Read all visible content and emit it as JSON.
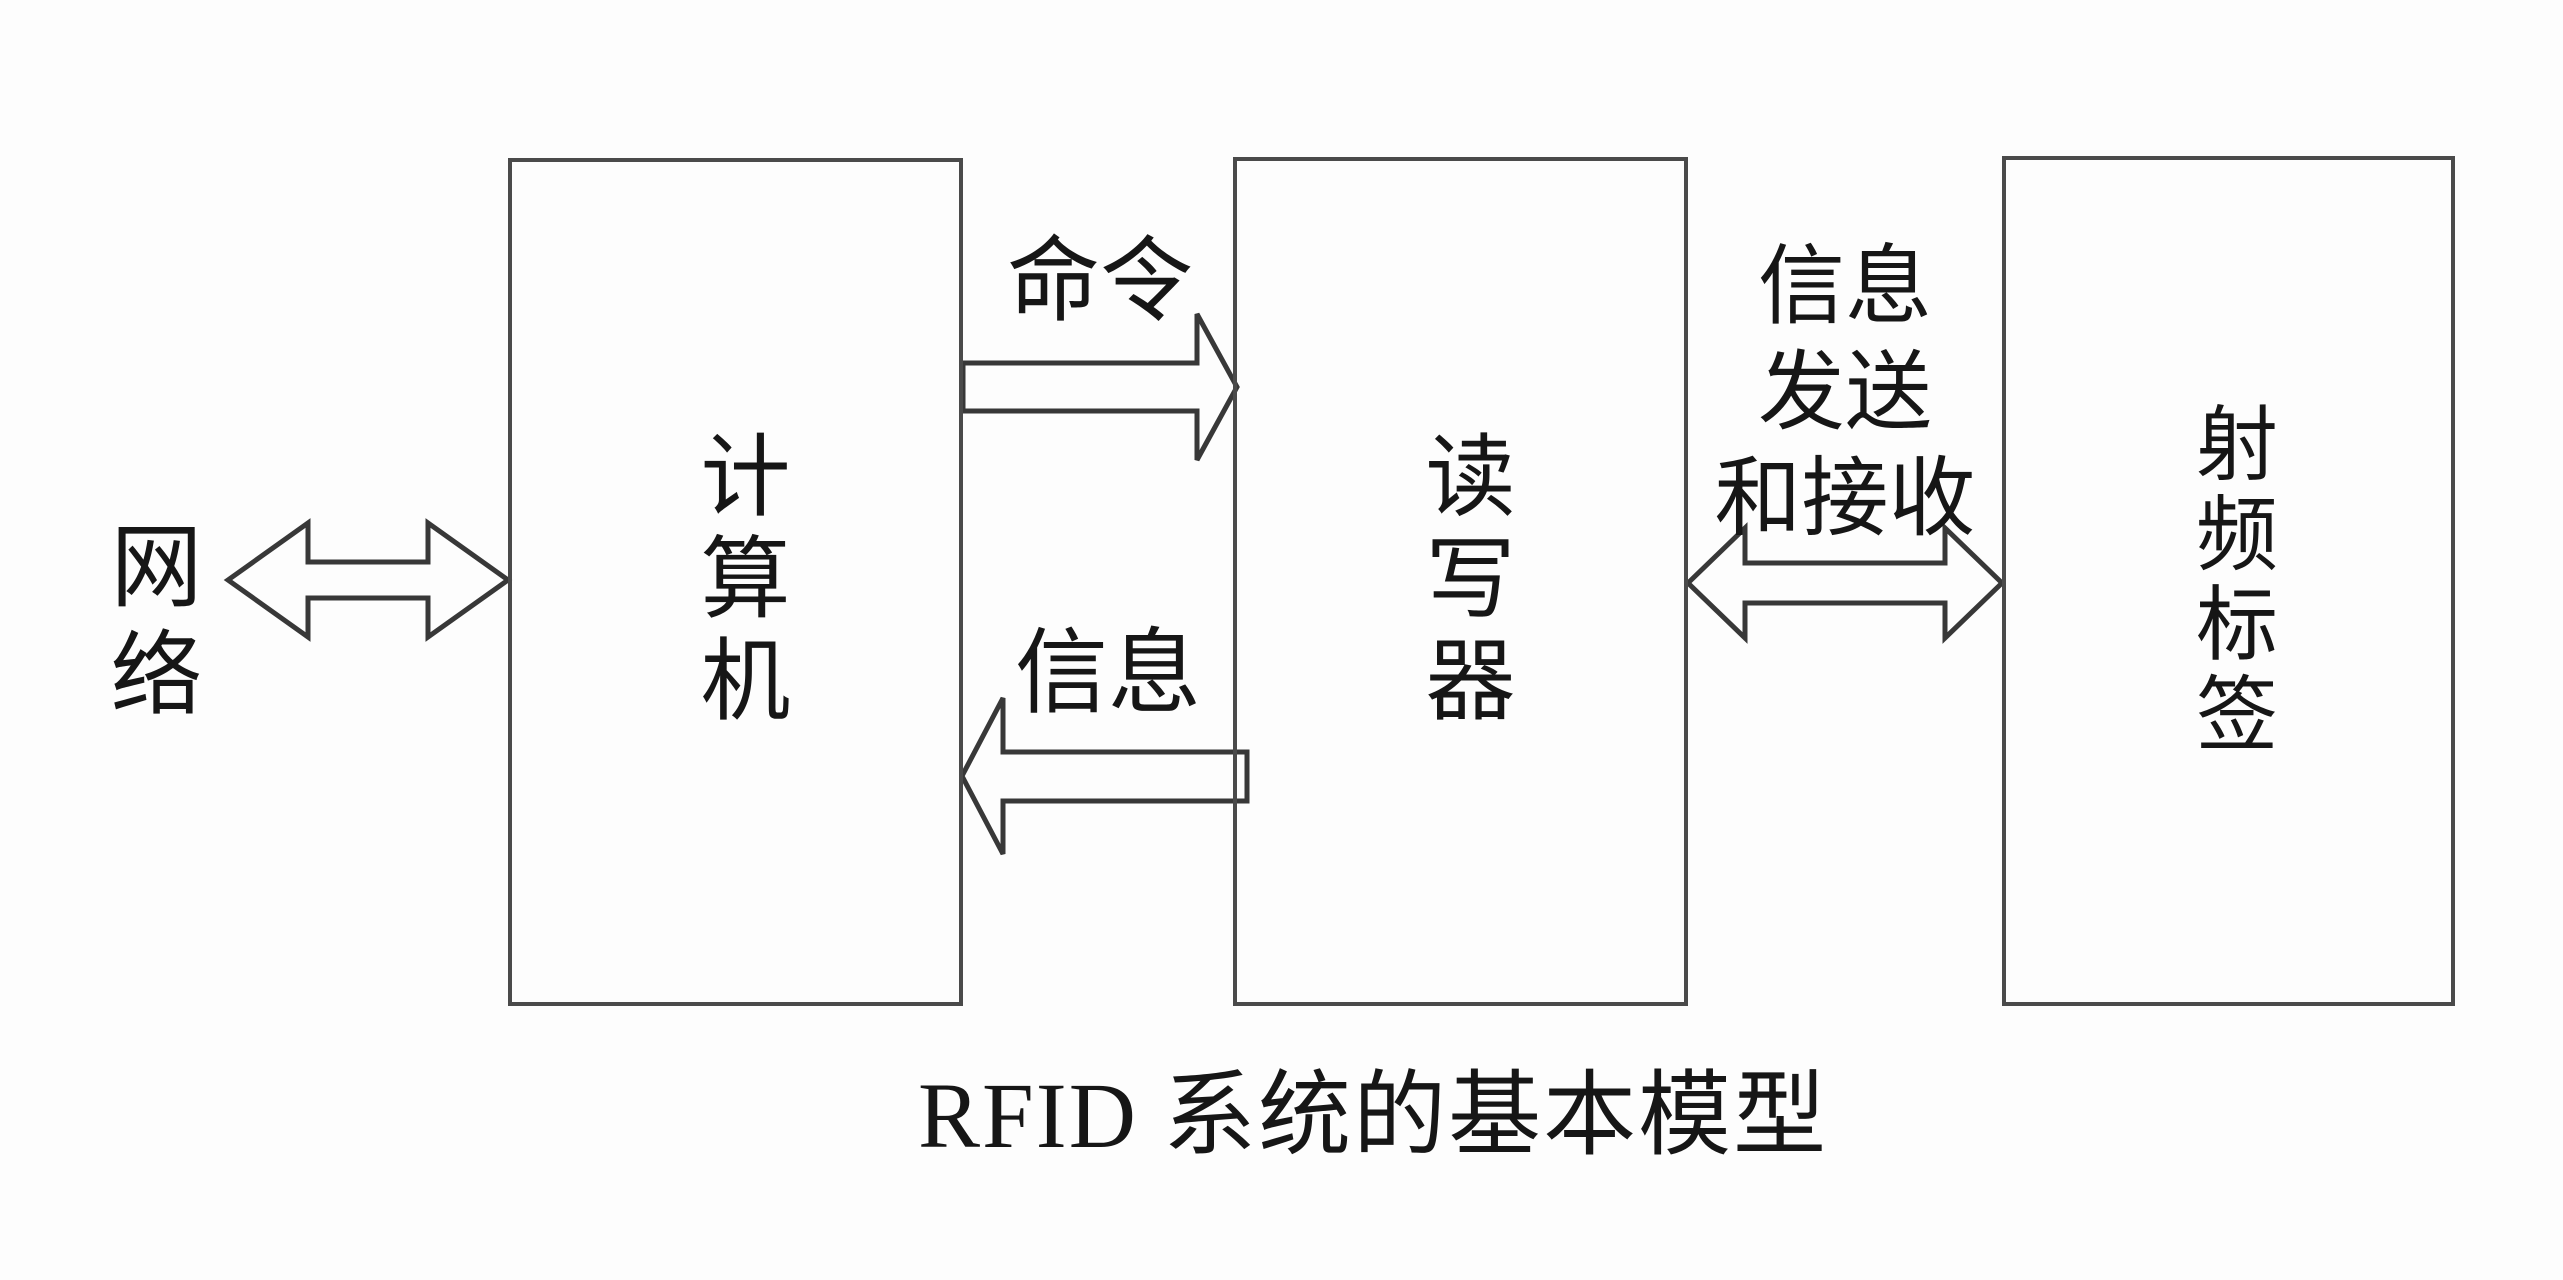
{
  "diagram": {
    "caption": "RFID 系统的基本模型",
    "nodes": {
      "network": {
        "label": "网络"
      },
      "computer": {
        "label": "计算机"
      },
      "reader": {
        "label": "读写器"
      },
      "tag": {
        "label": "射频标签"
      }
    },
    "edges": {
      "network_computer": {
        "type": "double-arrow",
        "label": ""
      },
      "computer_to_reader": {
        "type": "arrow-right",
        "label": "命令"
      },
      "reader_to_computer": {
        "type": "arrow-left",
        "label": "信息"
      },
      "reader_tag": {
        "type": "double-arrow",
        "label_lines": [
          "信息",
          "发送",
          "和接收"
        ]
      }
    },
    "colors": {
      "background": "#fdfdfd",
      "line": "#383838",
      "box_border": "#4a4a4a",
      "text": "#161616"
    }
  }
}
